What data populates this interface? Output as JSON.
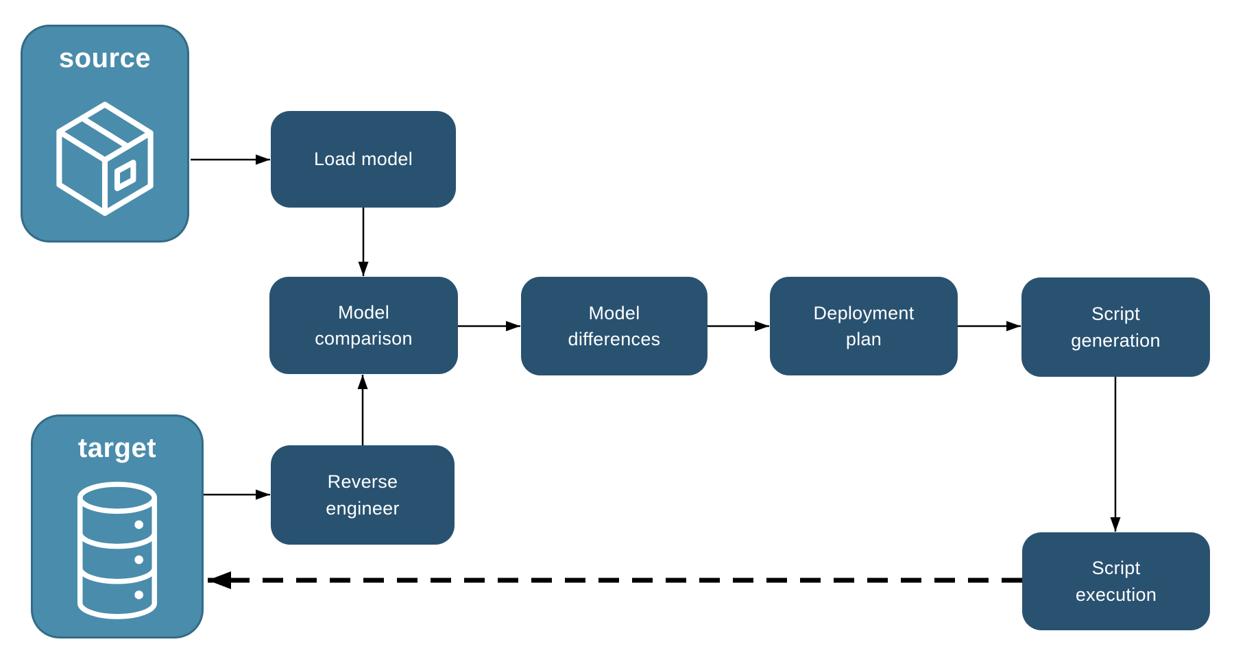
{
  "diagram": {
    "endpoints": {
      "source": {
        "label": "source",
        "icon": "package-icon"
      },
      "target": {
        "label": "target",
        "icon": "database-icon"
      }
    },
    "steps": {
      "load_model": {
        "label": "Load model"
      },
      "model_comparison": {
        "label": "Model comparison"
      },
      "model_differences": {
        "label": "Model differences"
      },
      "deployment_plan": {
        "label": "Deployment plan"
      },
      "script_generation": {
        "label": "Script generation"
      },
      "reverse_engineer": {
        "label": "Reverse engineer"
      },
      "script_execution": {
        "label": "Script execution"
      }
    },
    "edges": [
      {
        "from": "source",
        "to": "load_model",
        "style": "solid"
      },
      {
        "from": "load_model",
        "to": "model_comparison",
        "style": "solid"
      },
      {
        "from": "model_comparison",
        "to": "model_differences",
        "style": "solid"
      },
      {
        "from": "model_differences",
        "to": "deployment_plan",
        "style": "solid"
      },
      {
        "from": "deployment_plan",
        "to": "script_generation",
        "style": "solid"
      },
      {
        "from": "script_generation",
        "to": "script_execution",
        "style": "solid"
      },
      {
        "from": "target",
        "to": "reverse_engineer",
        "style": "solid"
      },
      {
        "from": "reverse_engineer",
        "to": "model_comparison",
        "style": "solid"
      },
      {
        "from": "script_execution",
        "to": "target",
        "style": "dashed"
      }
    ],
    "colors": {
      "background": "#ffffff",
      "step_fill": "#295271",
      "endpoint_fill": "#4a8cab",
      "endpoint_border": "#336b86",
      "arrow": "#000000",
      "label_text": "#ffffff"
    }
  }
}
